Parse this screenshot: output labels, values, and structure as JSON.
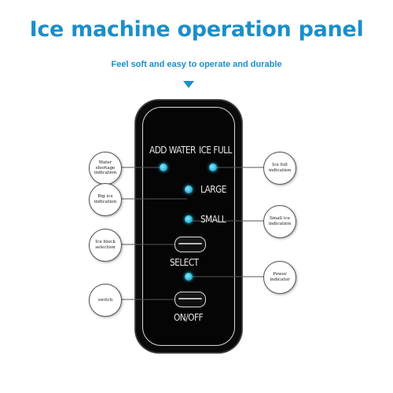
{
  "header": {
    "title": "Ice machine operation panel",
    "subtitle": "Feel soft and easy to operate and durable"
  },
  "panel": {
    "labels": {
      "add_water": "ADD WATER",
      "ice_full": "ICE FULL",
      "large": "LARGE",
      "small": "SMALL",
      "select": "SELECT",
      "on_off": "ON/OFF"
    }
  },
  "callouts": {
    "water_shortage": "Water shortage indication",
    "big_ice": "Big ice indication",
    "ice_block_selection": "Ice block selection",
    "switch": "switch",
    "ice_full": "Ice full indication",
    "small_ice": "Small ice indication",
    "power": "Power indicator"
  },
  "colors": {
    "accent": "#1a8fc9",
    "led": "#2bb6de",
    "panel": "#0a0a0a"
  }
}
